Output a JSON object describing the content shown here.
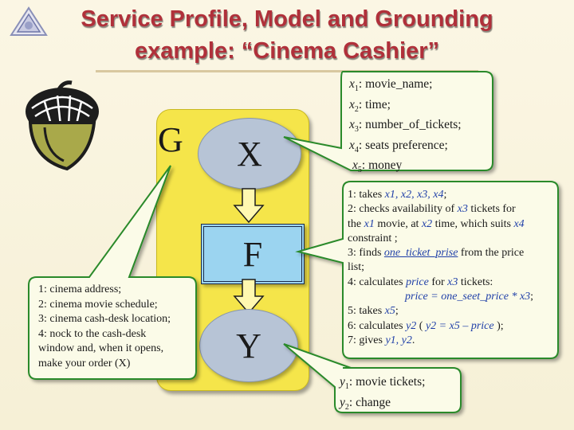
{
  "title": {
    "line1": "Service Profile, Model and Grounding",
    "line2": "example: “Cinema Cashier”"
  },
  "nodes": {
    "g": "G",
    "x": "X",
    "f": "F",
    "y": "Y"
  },
  "left_callout": [
    "1: cinema address;",
    "2: cinema movie schedule;",
    "3: cinema cash-desk location;",
    "4: nock to the cash-desk",
    "window and, when it opens,",
    "make your order (X)"
  ],
  "x_callout": [
    {
      "var": "x",
      "sub": "1",
      "text": ": movie_name;"
    },
    {
      "var": "x",
      "sub": "2",
      "text": ": time;"
    },
    {
      "var": "x",
      "sub": "3",
      "text": ": number_of_tickets;"
    },
    {
      "var": "x",
      "sub": "4",
      "text": ": seats preference;"
    },
    {
      "var": "x",
      "sub": "5",
      "text": ": money"
    }
  ],
  "f_callout": {
    "l1a": "1: takes ",
    "l1b": "x1, x2, x3, x4",
    "l1c": ";",
    "l2a": "2: checks availability of ",
    "l2b": "x3",
    "l2c": " tickets for",
    "l3a": "the ",
    "l3b": "x1",
    "l3c": " movie, at ",
    "l3d": "x2",
    "l3e": " time, which suits ",
    "l3f": "x4",
    "l4": "constraint ;",
    "l5a": "3: finds ",
    "l5b": "one_ticket_prise",
    "l5c": " from the price",
    "l6": "list;",
    "l7a": "4: calculates ",
    "l7b": "price",
    "l7c": " for ",
    "l7d": "x3",
    "l7e": " tickets:",
    "l8": "price = one_seet_price * x3",
    "l8end": ";",
    "l9a": "5: takes ",
    "l9b": "x5",
    "l9c": ";",
    "l10a": "6: calculates ",
    "l10b": "y2",
    "l10c": "   ( ",
    "l10d": "y2 = x5 – price",
    "l10e": " );",
    "l11a": "7: gives ",
    "l11b": "y1, y2",
    "l11c": "."
  },
  "y_callout": [
    {
      "var": "y",
      "sub": "1",
      "text": ": movie tickets;"
    },
    {
      "var": "y",
      "sub": "2",
      "text": ": change"
    }
  ],
  "colors": {
    "title": "#b0303a",
    "yellow": "#f5e54a",
    "fbox": "#9bd4f0",
    "ellipse": "#b7c4d6",
    "callout_fill": "#fbfbe8",
    "callout_border": "#2b8a2b"
  }
}
